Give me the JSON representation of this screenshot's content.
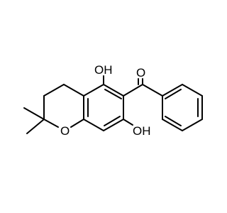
{
  "structure": {
    "atoms": {
      "oh_top": "OH",
      "carbonyl_o": "O",
      "ring_o": "O",
      "oh_bottom": "OH"
    },
    "colors": {
      "bond": "#000000",
      "label": "#000000",
      "background": "#ffffff"
    }
  }
}
